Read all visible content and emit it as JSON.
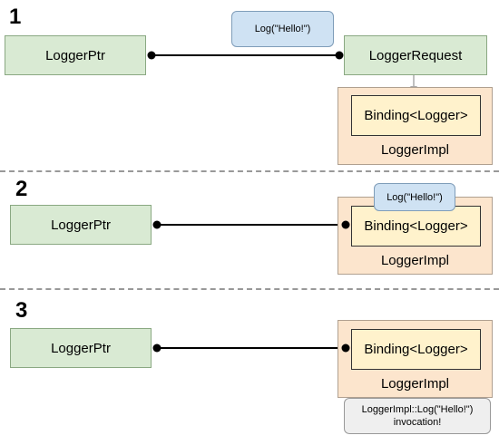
{
  "steps": [
    {
      "number": "1",
      "ptr_label": "LoggerPtr",
      "request_label": "LoggerRequest",
      "binding_label": "Binding<Logger>",
      "impl_label": "LoggerImpl",
      "message": "Log(\"Hello!\")"
    },
    {
      "number": "2",
      "ptr_label": "LoggerPtr",
      "binding_label": "Binding<Logger>",
      "impl_label": "LoggerImpl",
      "message": "Log(\"Hello!\")"
    },
    {
      "number": "3",
      "ptr_label": "LoggerPtr",
      "binding_label": "Binding<Logger>",
      "impl_label": "LoggerImpl",
      "invocation_line1": "LoggerImpl::Log(\"Hello!\")",
      "invocation_line2": "invocation!"
    }
  ],
  "colors": {
    "ptr_fill": "#d9ead3",
    "impl_fill": "#fce5cd",
    "binding_fill": "#fff2cc",
    "message_fill": "#cfe2f3",
    "invocation_fill": "#efefef",
    "divider": "#999999"
  }
}
